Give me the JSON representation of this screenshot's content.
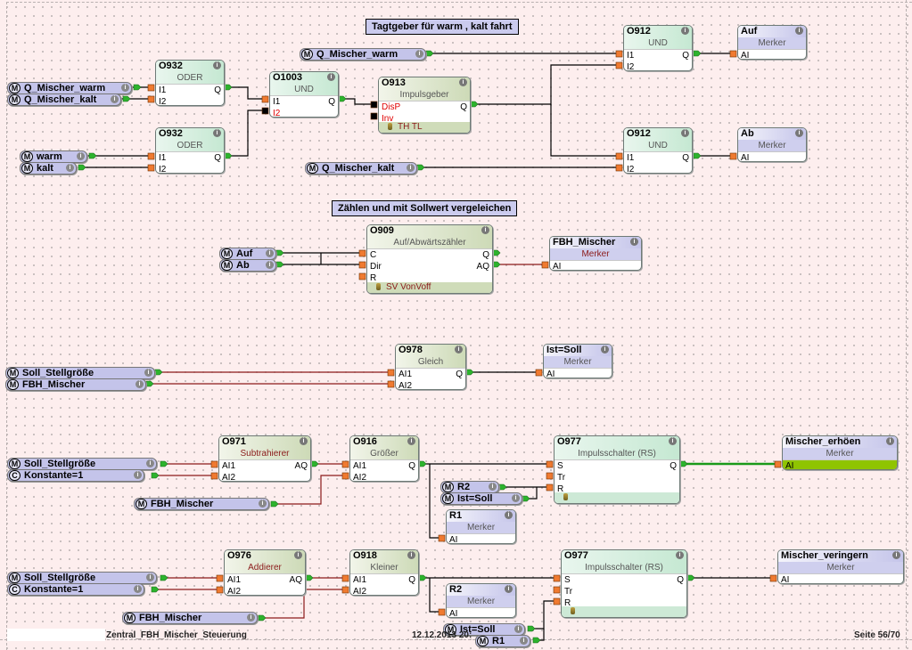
{
  "document": {
    "title": "Zentral_FBH_Mischer_Steuerung",
    "date": "12.12.2013 20:",
    "page": "Seite 56/70"
  },
  "colors": {
    "background": "#fdeeee",
    "analog_wire": "#8b1a1a",
    "digital_wire": "#000000",
    "active_wire": "#1a9a1a",
    "active_merker": "#8fc400",
    "output_pin": "#2db32d",
    "input_pin": "#f07a30",
    "comment_fill": "#cbcbee"
  },
  "comments": [
    {
      "id": "c1",
      "text": "Tagtgeber für warm , kalt fahrt"
    },
    {
      "id": "c2",
      "text": "Zählen und mit Sollwert vergeleichen"
    }
  ],
  "flags": [
    {
      "id": "f1",
      "kind": "M",
      "label": "Q_Mischer_warm"
    },
    {
      "id": "f2",
      "kind": "M",
      "label": "Q_Mischer_kalt"
    },
    {
      "id": "f3",
      "kind": "M",
      "label": "warm"
    },
    {
      "id": "f4",
      "kind": "M",
      "label": "kalt"
    },
    {
      "id": "f5",
      "kind": "M",
      "label": "Q_Mischer_warm"
    },
    {
      "id": "f6",
      "kind": "M",
      "label": "Q_Mischer_kalt"
    },
    {
      "id": "f7",
      "kind": "M",
      "label": "Auf"
    },
    {
      "id": "f8",
      "kind": "M",
      "label": "Ab"
    },
    {
      "id": "f9",
      "kind": "M",
      "label": "Soll_Stellgröße"
    },
    {
      "id": "f10",
      "kind": "M",
      "label": "FBH_Mischer"
    },
    {
      "id": "f11",
      "kind": "M",
      "label": "Soll_Stellgröße"
    },
    {
      "id": "f12",
      "kind": "C",
      "label": "Konstante=1"
    },
    {
      "id": "f13",
      "kind": "M",
      "label": "FBH_Mischer"
    },
    {
      "id": "f14",
      "kind": "M",
      "label": "R2"
    },
    {
      "id": "f15",
      "kind": "M",
      "label": "Ist=Soll"
    },
    {
      "id": "f16",
      "kind": "M",
      "label": "Soll_Stellgröße"
    },
    {
      "id": "f17",
      "kind": "C",
      "label": "Konstante=1"
    },
    {
      "id": "f18",
      "kind": "M",
      "label": "FBH_Mischer"
    },
    {
      "id": "f19",
      "kind": "M",
      "label": "Ist=Soll"
    },
    {
      "id": "f20",
      "kind": "M",
      "label": "R1"
    }
  ],
  "blocks": [
    {
      "id": "b1",
      "num": "O932",
      "type": "ODER",
      "inputs": [
        "I1",
        "I2"
      ],
      "outputs": [
        "Q"
      ]
    },
    {
      "id": "b2",
      "num": "O932",
      "type": "ODER",
      "inputs": [
        "I1",
        "I2"
      ],
      "outputs": [
        "Q"
      ]
    },
    {
      "id": "b3",
      "num": "O1003",
      "type": "UND",
      "inputs": [
        "I1",
        "I2"
      ],
      "outputs": [
        "Q"
      ],
      "red_inputs": [
        "I2"
      ]
    },
    {
      "id": "b4",
      "num": "O913",
      "type": "Impulsgeber",
      "inputs": [
        "DisP",
        "Inv"
      ],
      "outputs": [
        "Q"
      ],
      "params": "TH  TL"
    },
    {
      "id": "b5",
      "num": "O912",
      "type": "UND",
      "inputs": [
        "I1",
        "I2"
      ],
      "outputs": [
        "Q"
      ]
    },
    {
      "id": "b6",
      "num": "O912",
      "type": "UND",
      "inputs": [
        "I1",
        "I2"
      ],
      "outputs": [
        "Q"
      ]
    },
    {
      "id": "b7",
      "num": "Auf",
      "type": "Merker",
      "inputs": [
        "AI"
      ],
      "outputs": []
    },
    {
      "id": "b8",
      "num": "Ab",
      "type": "Merker",
      "inputs": [
        "AI"
      ],
      "outputs": []
    },
    {
      "id": "b9",
      "num": "O909",
      "type": "Auf/Abwärtszähler",
      "inputs": [
        "C",
        "Dir",
        "R"
      ],
      "outputs": [
        "Q",
        "AQ"
      ],
      "params": "SV VonVoff"
    },
    {
      "id": "b10",
      "num": "FBH_Mischer",
      "type": "Merker",
      "inputs": [
        "AI"
      ],
      "outputs": []
    },
    {
      "id": "b11",
      "num": "O978",
      "type": "Gleich",
      "inputs": [
        "AI1",
        "AI2"
      ],
      "outputs": [
        "Q"
      ]
    },
    {
      "id": "b12",
      "num": "Ist=Soll",
      "type": "Merker",
      "inputs": [
        "AI"
      ],
      "outputs": []
    },
    {
      "id": "b13",
      "num": "O971",
      "type": "Subtrahierer",
      "inputs": [
        "AI1",
        "AI2"
      ],
      "outputs": [
        "AQ"
      ]
    },
    {
      "id": "b14",
      "num": "O916",
      "type": "Größer",
      "inputs": [
        "AI1",
        "AI2"
      ],
      "outputs": [
        "Q"
      ]
    },
    {
      "id": "b15",
      "num": "O977",
      "type": "Impulsschalter (RS)",
      "inputs": [
        "S",
        "Tr",
        "R"
      ],
      "outputs": [
        "Q"
      ],
      "params": ""
    },
    {
      "id": "b16",
      "num": "Mischer_erhöen",
      "type": "Merker",
      "inputs": [
        "AI"
      ],
      "outputs": [],
      "active": true
    },
    {
      "id": "b17",
      "num": "R1",
      "type": "Merker",
      "inputs": [
        "AI"
      ],
      "outputs": []
    },
    {
      "id": "b18",
      "num": "O976",
      "type": "Addierer",
      "inputs": [
        "AI1",
        "AI2"
      ],
      "outputs": [
        "AQ"
      ]
    },
    {
      "id": "b19",
      "num": "O918",
      "type": "Kleiner",
      "inputs": [
        "AI1",
        "AI2"
      ],
      "outputs": [
        "Q"
      ]
    },
    {
      "id": "b20",
      "num": "O977",
      "type": "Impulsschalter (RS)",
      "inputs": [
        "S",
        "Tr",
        "R"
      ],
      "outputs": [
        "Q"
      ],
      "params": ""
    },
    {
      "id": "b21",
      "num": "Mischer_veringern",
      "type": "Merker",
      "inputs": [
        "AI"
      ],
      "outputs": []
    },
    {
      "id": "b22",
      "num": "R2",
      "type": "Merker",
      "inputs": [
        "AI"
      ],
      "outputs": []
    }
  ]
}
